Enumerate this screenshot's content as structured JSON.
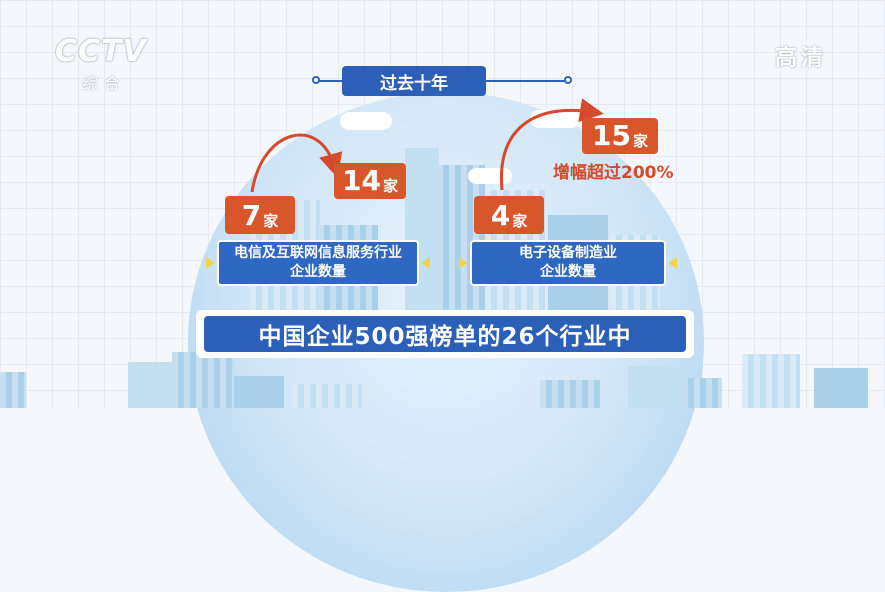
{
  "broadcast": {
    "channel_logo": "CCTV",
    "channel_sub": "综合",
    "quality_badge": "高清"
  },
  "title": "过去十年",
  "left_group": {
    "before_value": "7",
    "before_unit": "家",
    "after_value": "14",
    "after_unit": "家",
    "label_line1": "电信及互联网信息服务行业",
    "label_line2": "企业数量"
  },
  "right_group": {
    "before_value": "4",
    "before_unit": "家",
    "after_value": "15",
    "after_unit": "家",
    "growth_note": "增幅超过200%",
    "label_line1": "电子设备制造业",
    "label_line2": "企业数量"
  },
  "banner": "中国企业500强榜单的26个行业中",
  "colors": {
    "accent_blue": "#2b5fb8",
    "accent_orange": "#d9562b",
    "arrow_red": "#d6492b",
    "triangle_yellow": "#f2d34a"
  }
}
